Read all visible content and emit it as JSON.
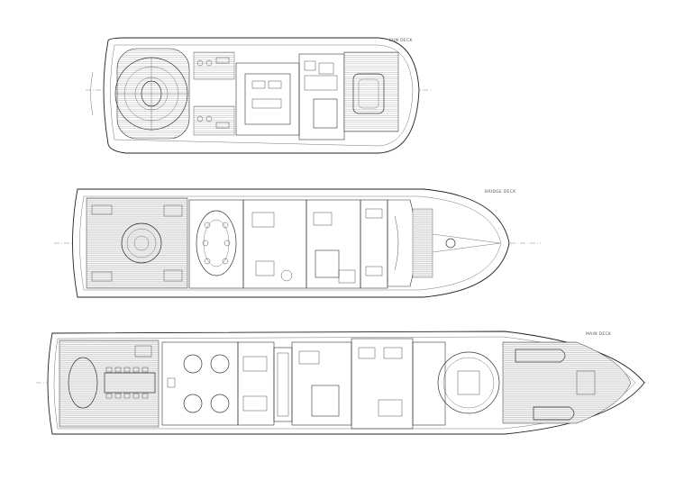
{
  "decks": [
    {
      "label": "SUN DECK"
    },
    {
      "label": "BRIDGE DECK"
    },
    {
      "label": "MAIN DECK"
    }
  ],
  "colors": {
    "line": "#333333",
    "background": "#ffffff",
    "deck_planking": "#777777"
  }
}
